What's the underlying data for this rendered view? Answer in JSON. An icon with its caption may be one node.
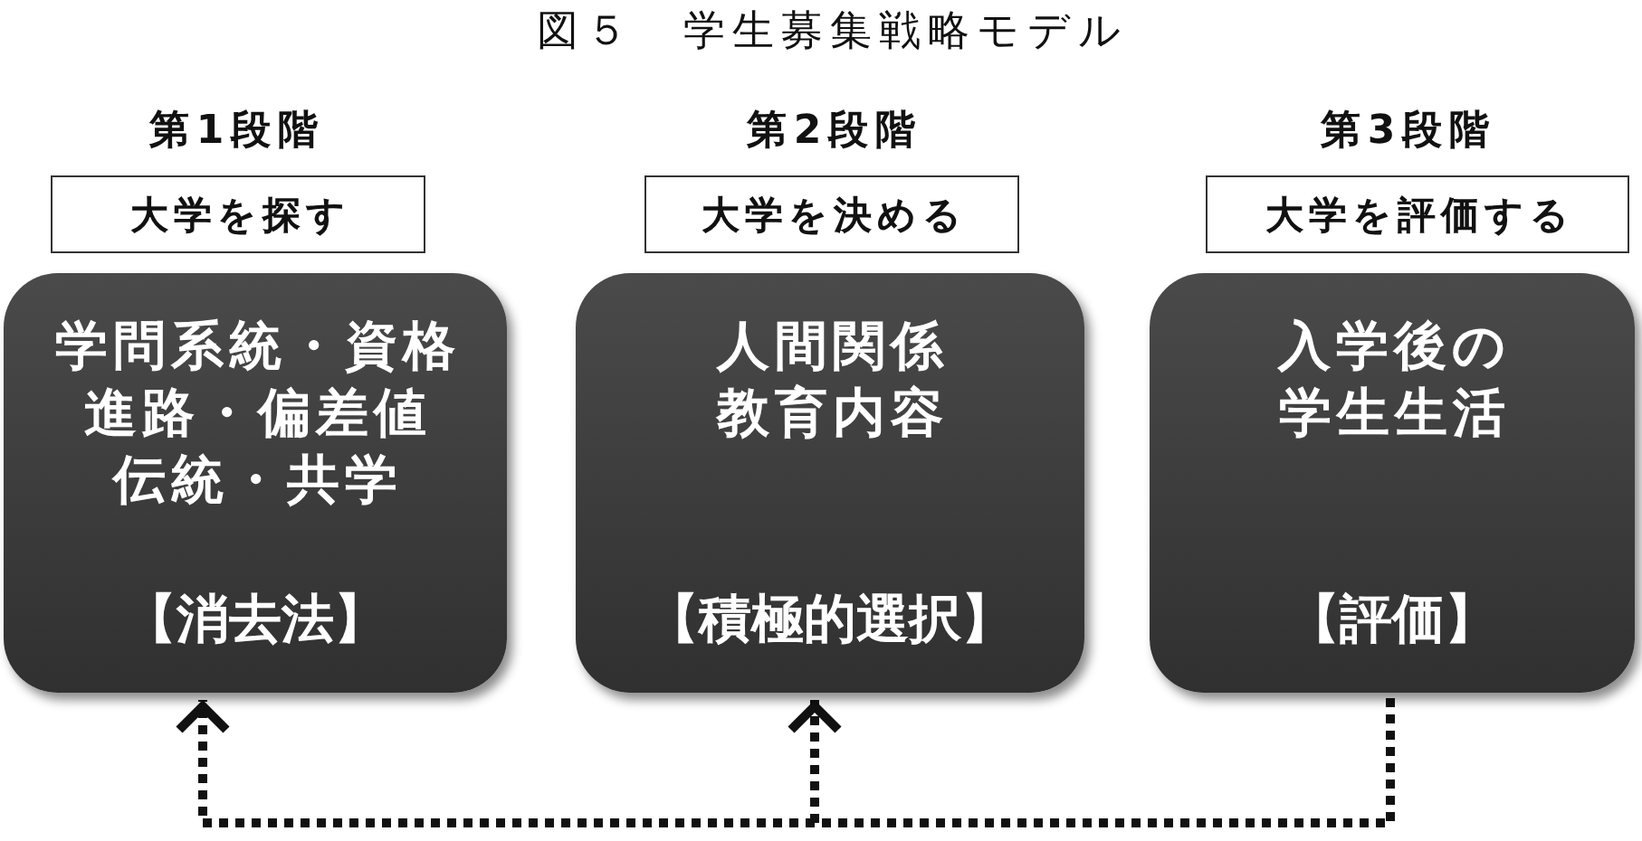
{
  "diagram": {
    "title": "図５　学生募集戦略モデル",
    "nodes": [
      {
        "text": [
          "大学を探す"
        ],
        "beside": [
          "第1段階"
        ]
      },
      {
        "text": [
          "大学を決める"
        ],
        "beside": [
          "第2段階"
        ]
      },
      {
        "text": [
          "大学を評価する"
        ],
        "beside": [
          "第3段階"
        ]
      },
      {
        "text": [
          "学問系統・資格進路・偏差値伝統・共学",
          "【消去法】"
        ]
      },
      {
        "text": [
          "人間関係教育内容",
          "【積極的選択】"
        ]
      },
      {
        "text": [
          "入学後の学生生活",
          "【評価】"
        ]
      }
    ],
    "edges": [
      {
        "from": 5,
        "to": 4,
        "arrow": "to",
        "style": "dashed"
      },
      {
        "from": 5,
        "to": 3,
        "arrow": "to",
        "style": "dashed"
      }
    ]
  }
}
